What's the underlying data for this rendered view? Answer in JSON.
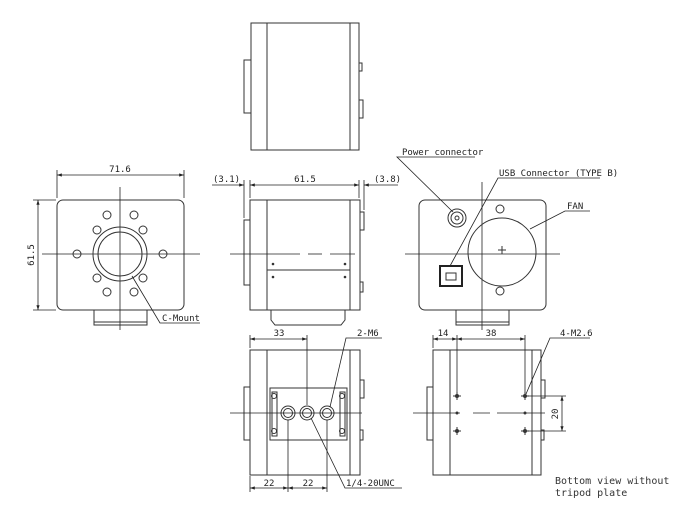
{
  "views": {
    "front": {
      "width_dim": "71.6",
      "height_dim": "61.5",
      "mount_label": "C-Mount"
    },
    "side": {
      "left_dim": "(3.1)",
      "length_dim": "61.5",
      "right_dim": "(3.8)"
    },
    "rear": {
      "power_label": "Power connector",
      "usb_label": "USB Connector (TYPE B)",
      "fan_label": "FAN"
    },
    "bottom_plate": {
      "dim_33": "33",
      "thread_label": "2-M6",
      "dim_22a": "22",
      "dim_22b": "22",
      "tripod_label": "1/4-20UNC"
    },
    "bottom_bare": {
      "dim_14": "14",
      "dim_38": "38",
      "screw_label": "4-M2.6",
      "dim_20": "20",
      "caption_line1": "Bottom view without",
      "caption_line2": "tripod plate"
    }
  }
}
